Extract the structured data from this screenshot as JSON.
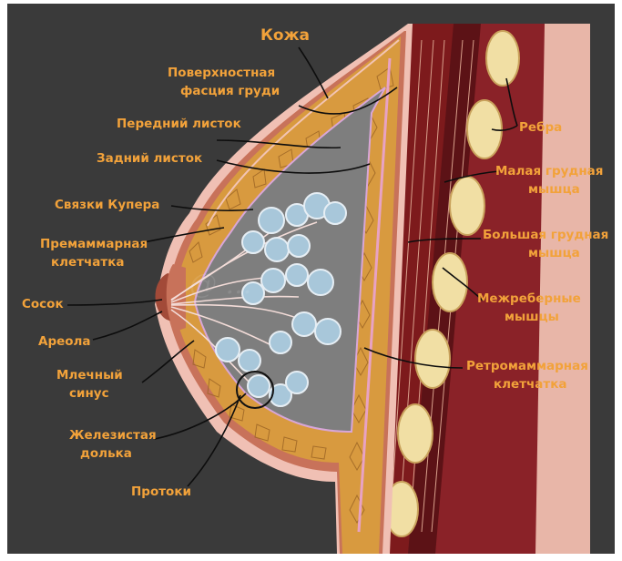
{
  "diagram": {
    "labels": {
      "skin": "Кожа",
      "superficial_fascia_1": "Поверхностная",
      "superficial_fascia_2": "фасция груди",
      "anterior_layer": "Передний листок",
      "posterior_layer": "Задний листок",
      "cooper_ligaments": "Связки Купера",
      "premammary_1": "Премаммарная",
      "premammary_2": "клетчатка",
      "nipple": "Сосок",
      "areola": "Ареола",
      "lactiferous_sinus_1": "Млечный",
      "lactiferous_sinus_2": "синус",
      "lobule_1": "Железистая",
      "lobule_2": "долька",
      "ducts": "Протоки",
      "ribs": "Ребра",
      "pec_minor_1": "Малая грудная",
      "pec_minor_2": "мышца",
      "pec_major_1": "Большая грудная",
      "pec_major_2": "мышца",
      "intercostal_1": "Межреберные",
      "intercostal_2": "мышцы",
      "retromammary_1": "Ретромаммарная",
      "retromammary_2": "клетчатка"
    },
    "colors": {
      "background": "#3a3a3a",
      "label": "#f2a23a",
      "skin": "#f0c0b4",
      "fat": "#d89a3f",
      "gland_space": "#7e7e7e",
      "gland": "#a8c7da",
      "muscle": "#7d1a1c",
      "rib": "#f1dfa4"
    }
  }
}
